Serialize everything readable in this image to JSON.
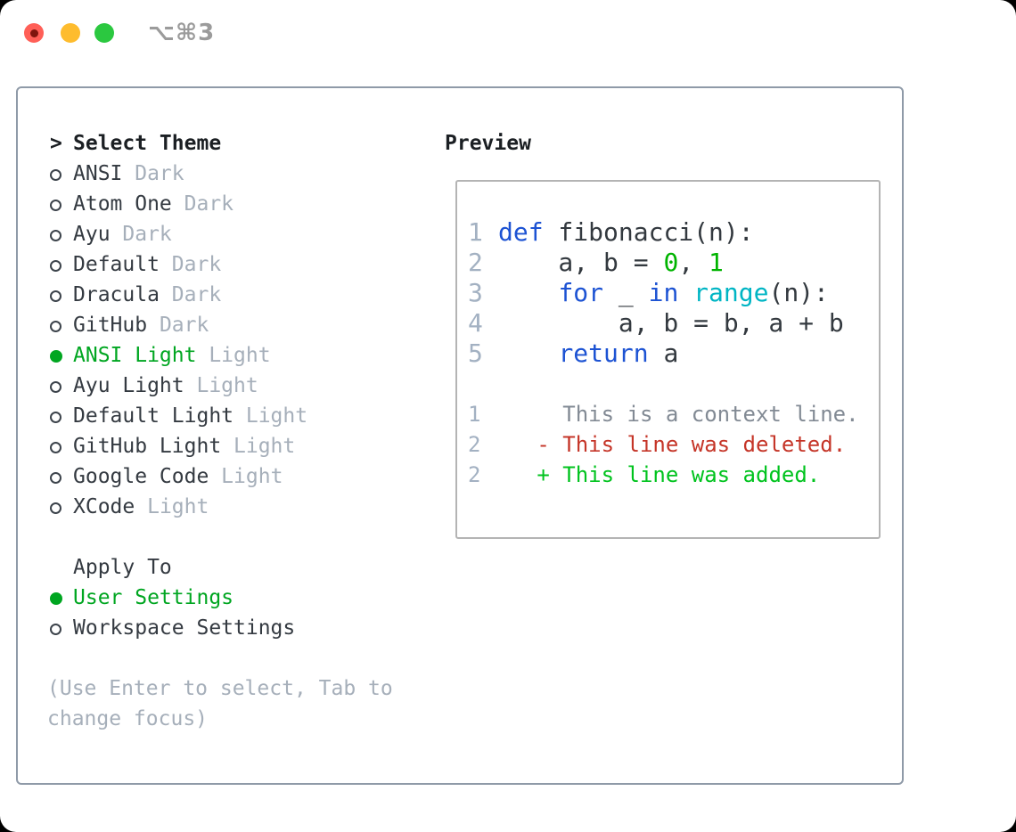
{
  "window": {
    "title": "⌥⌘3"
  },
  "colors": {
    "accent_green": "#00a621",
    "added_green": "#00c31e",
    "deleted_red": "#c53528",
    "keyword_blue": "#1d53d3",
    "builtin_cyan": "#00b5c4",
    "literal_green": "#00b400",
    "muted_gray": "#a6afba",
    "panel_border": "#8f9aa8",
    "traffic_red": "#ff5f57",
    "traffic_yellow": "#febc2e",
    "traffic_green": "#2bc840"
  },
  "theme_panel": {
    "prompt": ">",
    "title": "Select Theme",
    "themes": [
      {
        "name": "ANSI",
        "variant": "Dark",
        "selected": false
      },
      {
        "name": "Atom One",
        "variant": "Dark",
        "selected": false
      },
      {
        "name": "Ayu",
        "variant": "Dark",
        "selected": false
      },
      {
        "name": "Default",
        "variant": "Dark",
        "selected": false
      },
      {
        "name": "Dracula",
        "variant": "Dark",
        "selected": false
      },
      {
        "name": "GitHub",
        "variant": "Dark",
        "selected": false
      },
      {
        "name": "ANSI Light",
        "variant": "Light",
        "selected": true
      },
      {
        "name": "Ayu Light",
        "variant": "Light",
        "selected": false
      },
      {
        "name": "Default Light",
        "variant": "Light",
        "selected": false
      },
      {
        "name": "GitHub Light",
        "variant": "Light",
        "selected": false
      },
      {
        "name": "Google Code",
        "variant": "Light",
        "selected": false
      },
      {
        "name": "XCode",
        "variant": "Light",
        "selected": false
      }
    ],
    "apply_to": {
      "label": "Apply To",
      "options": [
        {
          "label": "User Settings",
          "selected": true
        },
        {
          "label": "Workspace Settings",
          "selected": false
        }
      ]
    },
    "hint": "(Use Enter to select, Tab to change focus)"
  },
  "preview": {
    "title": "Preview",
    "lines": [
      {
        "kind": "code",
        "num": "1",
        "tokens": [
          {
            "t": "def",
            "c": "keyword"
          },
          {
            "t": " fibonacci(n):",
            "c": "plain"
          }
        ]
      },
      {
        "kind": "code",
        "num": "2",
        "tokens": [
          {
            "t": "    a, b = ",
            "c": "plain"
          },
          {
            "t": "0",
            "c": "literal"
          },
          {
            "t": ", ",
            "c": "plain"
          },
          {
            "t": "1",
            "c": "literal"
          }
        ]
      },
      {
        "kind": "code",
        "num": "3",
        "tokens": [
          {
            "t": "    ",
            "c": "plain"
          },
          {
            "t": "for",
            "c": "keyword"
          },
          {
            "t": " _ ",
            "c": "plain"
          },
          {
            "t": "in",
            "c": "keyword"
          },
          {
            "t": " ",
            "c": "plain"
          },
          {
            "t": "range",
            "c": "builtin"
          },
          {
            "t": "(n):",
            "c": "plain"
          }
        ]
      },
      {
        "kind": "code",
        "num": "4",
        "tokens": [
          {
            "t": "        a, b = b, a + b",
            "c": "plain"
          }
        ]
      },
      {
        "kind": "code",
        "num": "5",
        "tokens": [
          {
            "t": "    ",
            "c": "plain"
          },
          {
            "t": "return",
            "c": "keyword"
          },
          {
            "t": " a",
            "c": "plain"
          }
        ]
      },
      {
        "kind": "blank",
        "num": "",
        "tokens": []
      },
      {
        "kind": "diff",
        "num": "1",
        "tokens": [
          {
            "t": "     This is a context line.",
            "c": "context"
          }
        ]
      },
      {
        "kind": "diff",
        "num": "2",
        "tokens": [
          {
            "t": "   ",
            "c": "plain"
          },
          {
            "t": "- This line was deleted.",
            "c": "deleted"
          }
        ]
      },
      {
        "kind": "diff",
        "num": "2",
        "tokens": [
          {
            "t": "   ",
            "c": "plain"
          },
          {
            "t": "+ This line was added.",
            "c": "added"
          }
        ]
      }
    ]
  }
}
